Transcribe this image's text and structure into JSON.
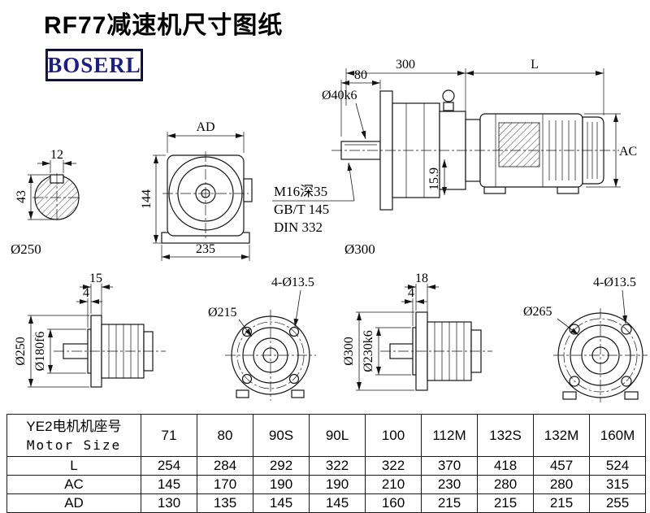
{
  "page": {
    "title": "RF77减速机尺寸图纸",
    "brand": "BOSERL"
  },
  "colors": {
    "brand_text": "#1c1c8a",
    "line": "#141414",
    "background": "#ffffff"
  },
  "drawings": {
    "shaft_section": {
      "width": "12",
      "height": "43"
    },
    "front_view": {
      "ad": "AD",
      "h144": "144",
      "w235": "235"
    },
    "side_view": {
      "len300": "300",
      "lenL": "L",
      "len80": "80",
      "shaft_dia": "Ø40k6",
      "ac": "AC",
      "key": "15.9",
      "note1": "M16深35",
      "note2": "GB/T 145",
      "note3": "DIN 332"
    },
    "flange250": {
      "od_label": "Ø250",
      "thk": "15",
      "spigot_thk": "4",
      "od": "Ø250",
      "spigot_dia": "Ø180f6",
      "pilot": "Ø215",
      "holes": "4-Ø13.5"
    },
    "flange300": {
      "od_label": "Ø300",
      "thk": "18",
      "spigot_thk": "4",
      "od": "Ø300",
      "spigot_dia": "Ø230k6",
      "pilot": "Ø265",
      "holes": "4-Ø13.5"
    }
  },
  "table": {
    "header_line1": "YE2电机机座号",
    "header_line2": "Motor Size",
    "sizes": [
      "71",
      "80",
      "90S",
      "90L",
      "100",
      "112M",
      "132S",
      "132M",
      "160M"
    ],
    "rows": [
      {
        "label": "L",
        "values": [
          "254",
          "284",
          "292",
          "322",
          "322",
          "370",
          "418",
          "457",
          "524"
        ]
      },
      {
        "label": "AC",
        "values": [
          "145",
          "170",
          "190",
          "190",
          "210",
          "230",
          "280",
          "280",
          "315"
        ]
      },
      {
        "label": "AD",
        "values": [
          "130",
          "135",
          "145",
          "145",
          "160",
          "215",
          "215",
          "215",
          "255"
        ]
      }
    ]
  }
}
